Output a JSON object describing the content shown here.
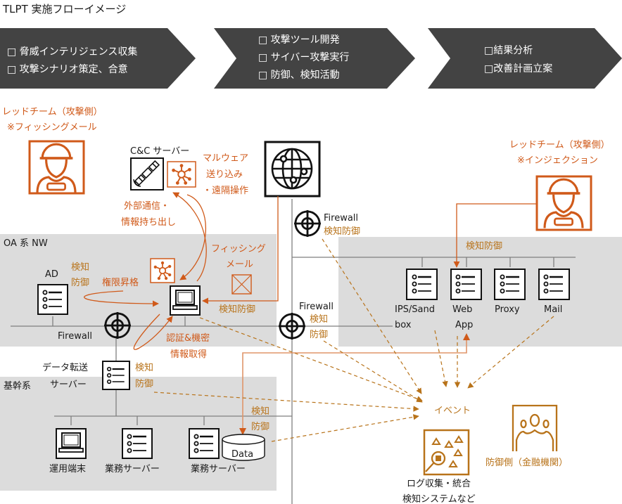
{
  "title": "TLPT 実施フローイメージ",
  "colors": {
    "banner": "#434343",
    "attack": "#d05a1a",
    "defense": "#b8731a",
    "zone": "#dcdcdc",
    "line": "#7f7f7f"
  },
  "flow": [
    {
      "items": [
        "□ 脅威インテリジェンス収集",
        "□ 攻撃シナリオ策定、合意"
      ]
    },
    {
      "items": [
        "□ 攻撃ツール開発",
        "□ サイバー攻撃実行",
        "□ 防御、検知活動"
      ]
    },
    {
      "items": [
        "□結果分析",
        "□改善計画立案"
      ]
    }
  ],
  "red_team_phishing": {
    "line1": "レッドチーム（攻撃側）",
    "line2": "※フィッシングメール",
    "icon": "person-icon"
  },
  "red_team_injection": {
    "line1": "レッドチーム（攻撃側）",
    "line2": "※インジェクション",
    "icon": "person-icon"
  },
  "cc_server": {
    "label": "C&C サーバー",
    "icon": "satellite-icon"
  },
  "malware": {
    "line1": "マルウェア",
    "line2": "送り込み",
    "line3": "・遠隔操作",
    "icon": "malware-node-icon"
  },
  "exfil": {
    "line1": "外部通信・",
    "line2": "情報持ち出し"
  },
  "internet": {
    "icon": "globe-icon"
  },
  "firewall_top": {
    "label": "Firewall",
    "detect": "検知防御"
  },
  "oa_zone": {
    "label": "OA 系 NW"
  },
  "ad": {
    "label": "AD",
    "detect1": "検知",
    "detect2": "防御"
  },
  "privilege": {
    "label": "権限昇格"
  },
  "phishing_mail": {
    "line1": "フィッシング",
    "line2": "メール",
    "icon": "mail-icon"
  },
  "pc_detect": "検知防御",
  "firewall_oa": {
    "label": "Firewall"
  },
  "firewall_mid": {
    "label": "Firewall",
    "detect1": "検知",
    "detect2": "防御"
  },
  "credential": {
    "line1": "認証&機密",
    "line2": "情報取得"
  },
  "dmz": {
    "detect": "検知防御",
    "servers": [
      {
        "line1": "IPS/Sand",
        "line2": "box"
      },
      {
        "line1": "Web",
        "line2": "App"
      },
      {
        "line1": "Proxy",
        "line2": ""
      },
      {
        "line1": "Mail",
        "line2": ""
      }
    ]
  },
  "transfer_server": {
    "line1": "データ転送",
    "line2": "サーバー",
    "detect1": "検知",
    "detect2": "防御"
  },
  "core_zone": {
    "label": "基幹系"
  },
  "core_nodes": [
    {
      "label": "運用端末",
      "icon": "laptop-icon"
    },
    {
      "label": "業務サーバー",
      "icon": "server-icon"
    },
    {
      "label": "業務サーバー",
      "icon": "server-icon"
    }
  ],
  "data_store": {
    "label": "Data",
    "detect1": "検知",
    "detect2": "防御"
  },
  "event": {
    "label": "イベント"
  },
  "log_system": {
    "line1": "ログ収集・統合",
    "line2": "検知システムなど",
    "icon": "log-analysis-icon"
  },
  "blue_team": {
    "label": "防御側（金融機関）",
    "icon": "group-icon"
  }
}
